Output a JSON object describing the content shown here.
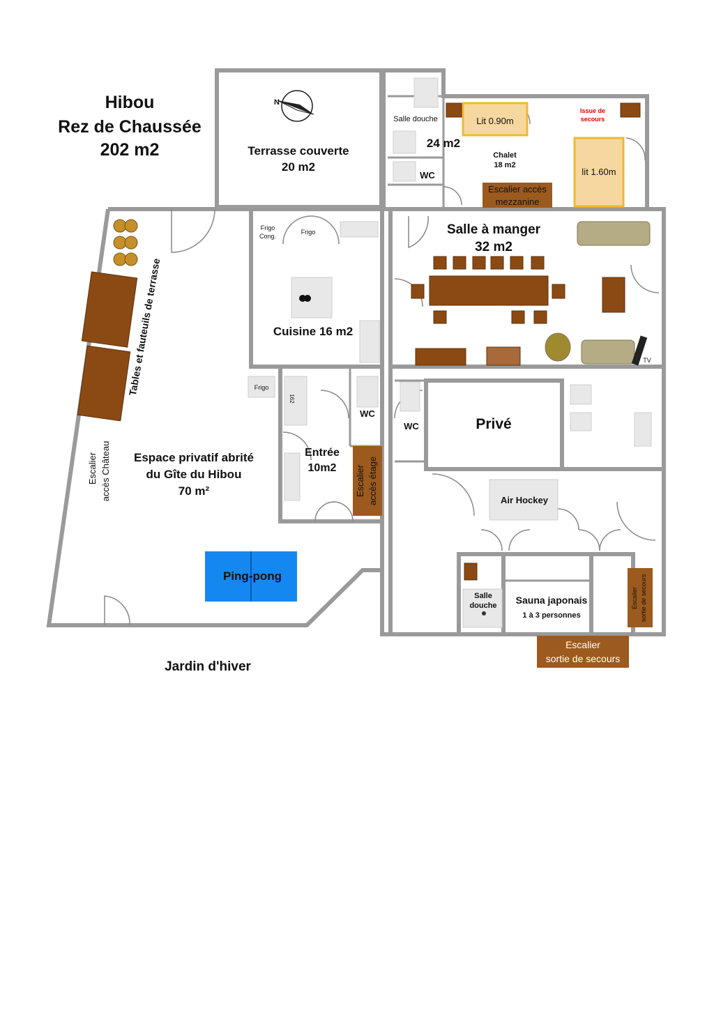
{
  "header": {
    "line1": "Hibou",
    "line2": "Rez de Chaussée",
    "line3": "202 m2"
  },
  "rooms": {
    "terrasse": {
      "name": "Terrasse couverte",
      "area": "20 m2"
    },
    "salle_douche_top": "Salle douche",
    "wc_top": "WC",
    "chalet": {
      "name": "Chalet",
      "area": "18 m2",
      "extra_area": "24 m2"
    },
    "lit_090": "Lit 0.90m",
    "lit_160": "lit 1.60m",
    "issue_secours": {
      "line1": "Issue de",
      "line2": "secours"
    },
    "escalier_mezz": {
      "line1": "Escalier accès",
      "line2": "mezzanine"
    },
    "salle_manger": {
      "name": "Salle à manger",
      "area": "32 m2"
    },
    "tv": "TV",
    "frigo_cong": {
      "line1": "Frigo",
      "line2": "Cong."
    },
    "frigo_kitchen": "Frigo",
    "cuisine": "Cuisine 16 m2",
    "frigo_outside": "Frigo",
    "tables": "Tables et fauteuils de terrasse",
    "escalier_chateau": {
      "line1": "Escalier",
      "line2": "accès Château"
    },
    "espace": {
      "line1": "Espace privatif abrité",
      "line2": "du Gîte du Hibou",
      "line3": "70 m²"
    },
    "entree": {
      "line1": "Entrée",
      "line2": "10m2"
    },
    "dim_162": "162",
    "wc_entree": "WC",
    "escalier_etage": {
      "line1": "Escalier",
      "line2": "accès étage"
    },
    "wc_prive": "WC",
    "prive": "Privé",
    "air_hockey": "Air Hockey",
    "ping_pong": "Ping-pong",
    "salle_douche_sauna": {
      "line1": "Salle",
      "line2": "douche"
    },
    "sauna": {
      "line1": "Sauna japonais",
      "line2": "1 à 3 personnes"
    },
    "escalier_sortie_right": {
      "line1": "Escalier",
      "line2": "sortie de secours"
    },
    "escalier_sortie_bottom": {
      "line1": "Escalier",
      "line2": "sortie de secours"
    },
    "jardin": "Jardin d'hiver"
  },
  "colors": {
    "wall": "#9a9a9a",
    "wood": "#8b4a14",
    "stair": "#9c5a1e",
    "bed": "#f7d7a0",
    "bed_border": "#f0b830",
    "pingpong": "#1488f0",
    "sofa": "#b5ab85",
    "secours_red": "#e00000"
  }
}
